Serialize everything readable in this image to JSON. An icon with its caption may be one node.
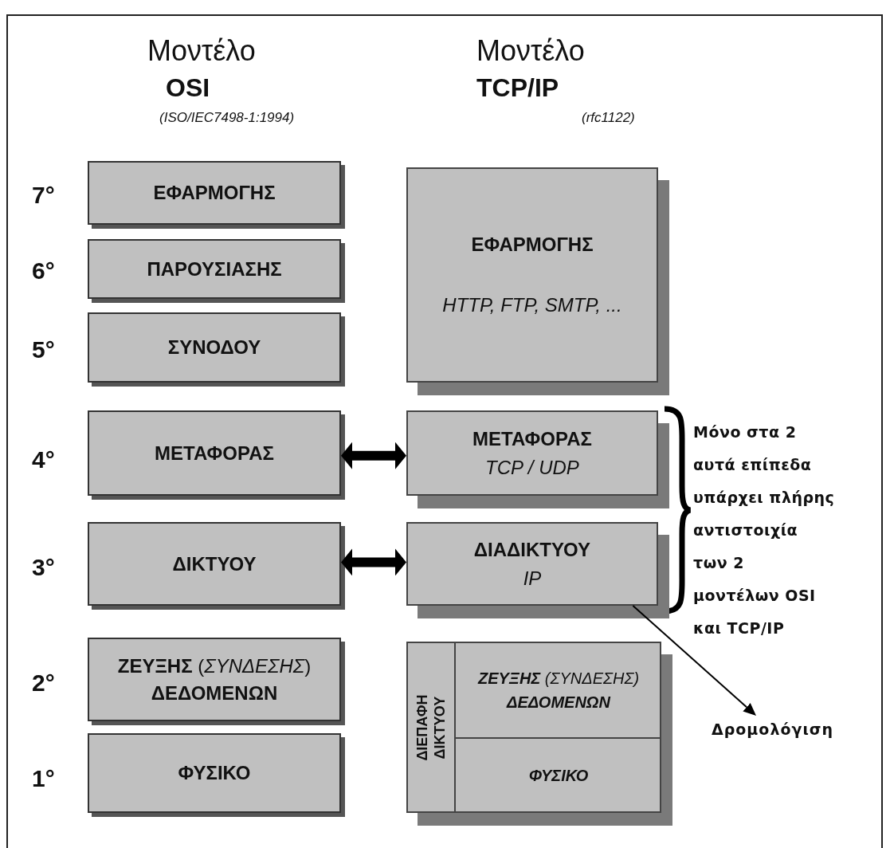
{
  "diagram": {
    "nodes": [
      {
        "text": [
          "ΕΦΑΡΜΟΓΗΣ"
        ]
      },
      {
        "text": [
          "ΠΑΡΟΥΣΙΑΣΗΣ"
        ]
      },
      {
        "text": [
          "ΣΥΝΟΔΟΥ"
        ]
      },
      {
        "text": [
          "ΜΕΤΑΦΟΡΑΣ"
        ]
      },
      {
        "text": [
          "ΔΙΚΤΥΟΥ"
        ]
      },
      {
        "text": [
          "**ΖΕΥΞΗΣ** (*ΣΥΝΔΕΣΗΣ*) **ΔΕΔΟΜΕΝΩΝ**"
        ]
      },
      {
        "text": [
          "ΦΥΣΙΚΟ"
        ]
      },
      {
        "text": [
          "ΕΦΑΡΜΟΓΗΣ",
          "HTTP, FTP, SMTP, ..."
        ]
      },
      {
        "text": [
          "ΜΕΤΑΦΟΡΑΣ",
          "TCP / UDP"
        ]
      },
      {
        "text": [
          "ΔΙΑΔΙΚΤΥΟΥ",
          "IP"
        ]
      },
      {
        "text": [
          "ΔΙΕΠΑΦΗ ΔΙΚΤΥΟΥ"
        ]
      },
      {
        "text": [
          "**ΖΕΥΞΗΣ** (ΣΥΝΔΕΣΗΣ) **ΔΕΔΟΜΕΝΩΝ**"
        ],
        "in": 10
      },
      {
        "text": [
          "ΦΥΣΙΚΟ"
        ],
        "in": 10
      },
      {
        "text": [
          "Δρομολόγιση"
        ]
      }
    ],
    "edges": [
      {
        "from": 3,
        "to": 8,
        "arrow": "both"
      },
      {
        "from": 4,
        "to": 9,
        "arrow": "both"
      },
      {
        "from": 9,
        "to": 13,
        "arrow": "to"
      }
    ],
    "labels": [
      "Μοντέλο",
      "OSI",
      "(ISO/IEC7498-1:1994)",
      "Μοντέλο",
      "TCP/IP",
      "(rfc1122)",
      "7°",
      "6°",
      "5°",
      "4°",
      "3°",
      "2°",
      "1°",
      "Μόνο στα 2 αυτά επίπεδα υπάρχει πλήρης αντιστοιχία των 2 μοντέλων OSI και TCP/IP"
    ]
  }
}
